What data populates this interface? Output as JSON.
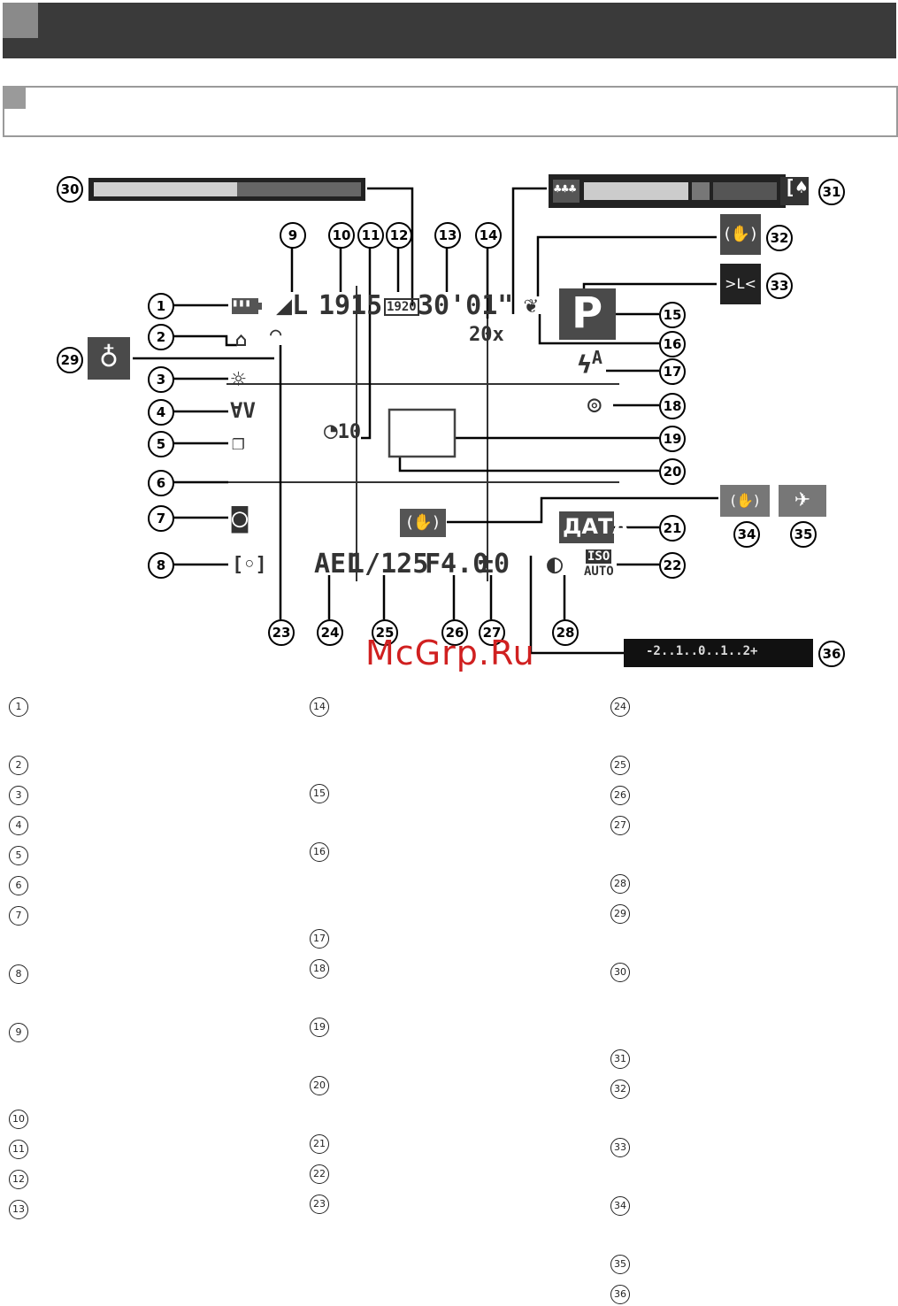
{
  "callouts": [
    "1",
    "2",
    "3",
    "4",
    "5",
    "6",
    "7",
    "8",
    "9",
    "10",
    "11",
    "12",
    "13",
    "14",
    "15",
    "16",
    "17",
    "18",
    "19",
    "20",
    "21",
    "22",
    "23",
    "24",
    "25",
    "26",
    "27",
    "28",
    "29",
    "30",
    "31",
    "32",
    "33",
    "34",
    "35",
    "36"
  ],
  "osd": {
    "still_size": "L",
    "shots_remaining": "1915",
    "movie_size": "1920",
    "recording_time": "30'01\"",
    "zoom": "20x",
    "mode": "P",
    "flash": "A",
    "date_stamp": "ДАТА",
    "iso_top": "ISO",
    "iso_bottom": "AUTO",
    "ae_lock": "AEL",
    "shutter": "1/125",
    "aperture": "F4.0",
    "exposure_comp": "±0",
    "self_timer": "10",
    "exposure_scale": "-2..1..0..1..2+"
  },
  "icons": {
    "battery": "battery-icon",
    "camera_orientation": "camera-orientation-icon",
    "white_balance": "sun-icon",
    "my_colors": "my-colors-icon",
    "drive_mode": "continuous-shooting-icon",
    "camera_shake": "camera-shake-icon",
    "metering": "metering-icon",
    "wifi": "wifi-icon",
    "macro": "tulip-icon",
    "is_mode": "image-stabilizer-icon",
    "blink": "blink-detection-icon",
    "red_eye": "red-eye-icon",
    "i_contrast": "i-contrast-icon",
    "hg_lamp": "mercury-lamp-icon",
    "airplane": "airplane-icon",
    "zoom_wide": "trees-icon",
    "zoom_tele": "tree-icon"
  },
  "watermark": "McGrp.Ru"
}
